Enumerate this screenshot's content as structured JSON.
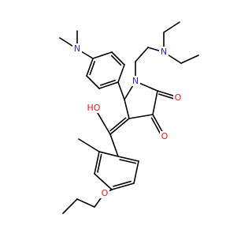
{
  "diagram": {
    "type": "chemical-structure",
    "colors": {
      "bond": "#000000",
      "nitrogen": "#2b2bd8",
      "oxygen": "#e01a1a"
    },
    "atom_labels": {
      "n_amine_top": "N",
      "n_diethyl": "N",
      "n_ring": "N",
      "o_lactam": "O",
      "o_ketone": "O",
      "o_hydroxy": "HO",
      "o_ether": "O"
    }
  }
}
